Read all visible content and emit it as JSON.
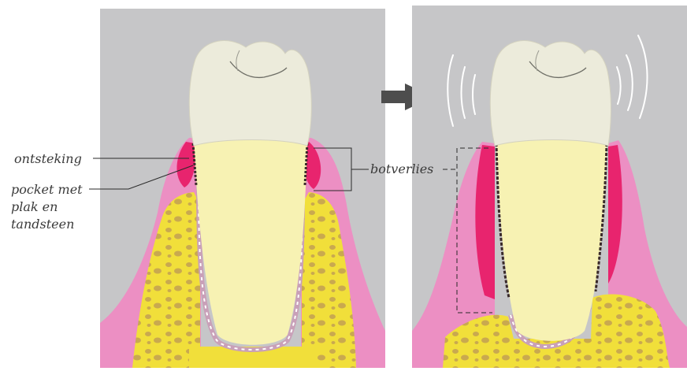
{
  "labels": {
    "inflammation": "ontsteking",
    "pocket": "pocket met plak en tandsteen",
    "bone_loss": "botverlies"
  },
  "colors": {
    "panel_background": "#c6c6c8",
    "gum": "#ec8fc3",
    "inflamed_gum": "#e8246e",
    "bone": "#f1df3a",
    "bone_hole": "#c9a94f",
    "crown": "#ecebdb",
    "root": "#f7f2b3",
    "plaque": "#3a2a2a",
    "arrow": "#4d4d4d"
  },
  "icons": {
    "progression": "arrow-right-icon",
    "loose_tooth_motion": "motion-lines-icon"
  }
}
